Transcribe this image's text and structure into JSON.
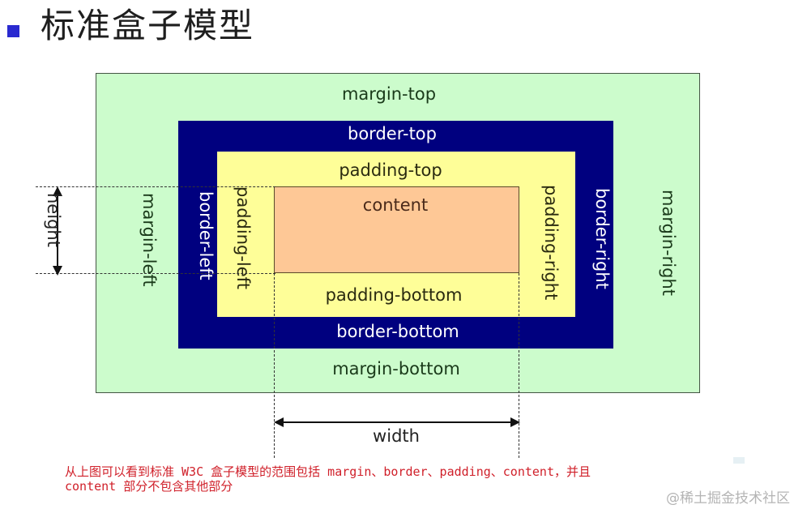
{
  "title": {
    "bullet_color": "#2a2ad0",
    "text": "标准盒子模型"
  },
  "diagram": {
    "colors": {
      "margin": "#ccfccc",
      "border": "#00007f",
      "padding": "#fefe98",
      "content": "#fec896"
    },
    "margin": {
      "top": "margin-top",
      "bottom": "margin-bottom",
      "left": "margin-left",
      "right": "margin-right"
    },
    "border": {
      "top": "border-top",
      "bottom": "border-bottom",
      "left": "border-left",
      "right": "border-right"
    },
    "padding": {
      "top": "padding-top",
      "bottom": "padding-bottom",
      "left": "padding-left",
      "right": "padding-right"
    },
    "content": "content",
    "dimensions": {
      "height": "height",
      "width": "width"
    }
  },
  "note": {
    "line1": "从上图可以看到标准 W3C 盒子模型的范围包括 margin、border、padding、content，并且",
    "line2": "content 部分不包含其他部分",
    "color": "#d0202a"
  },
  "watermark": "@稀土掘金技术社区"
}
